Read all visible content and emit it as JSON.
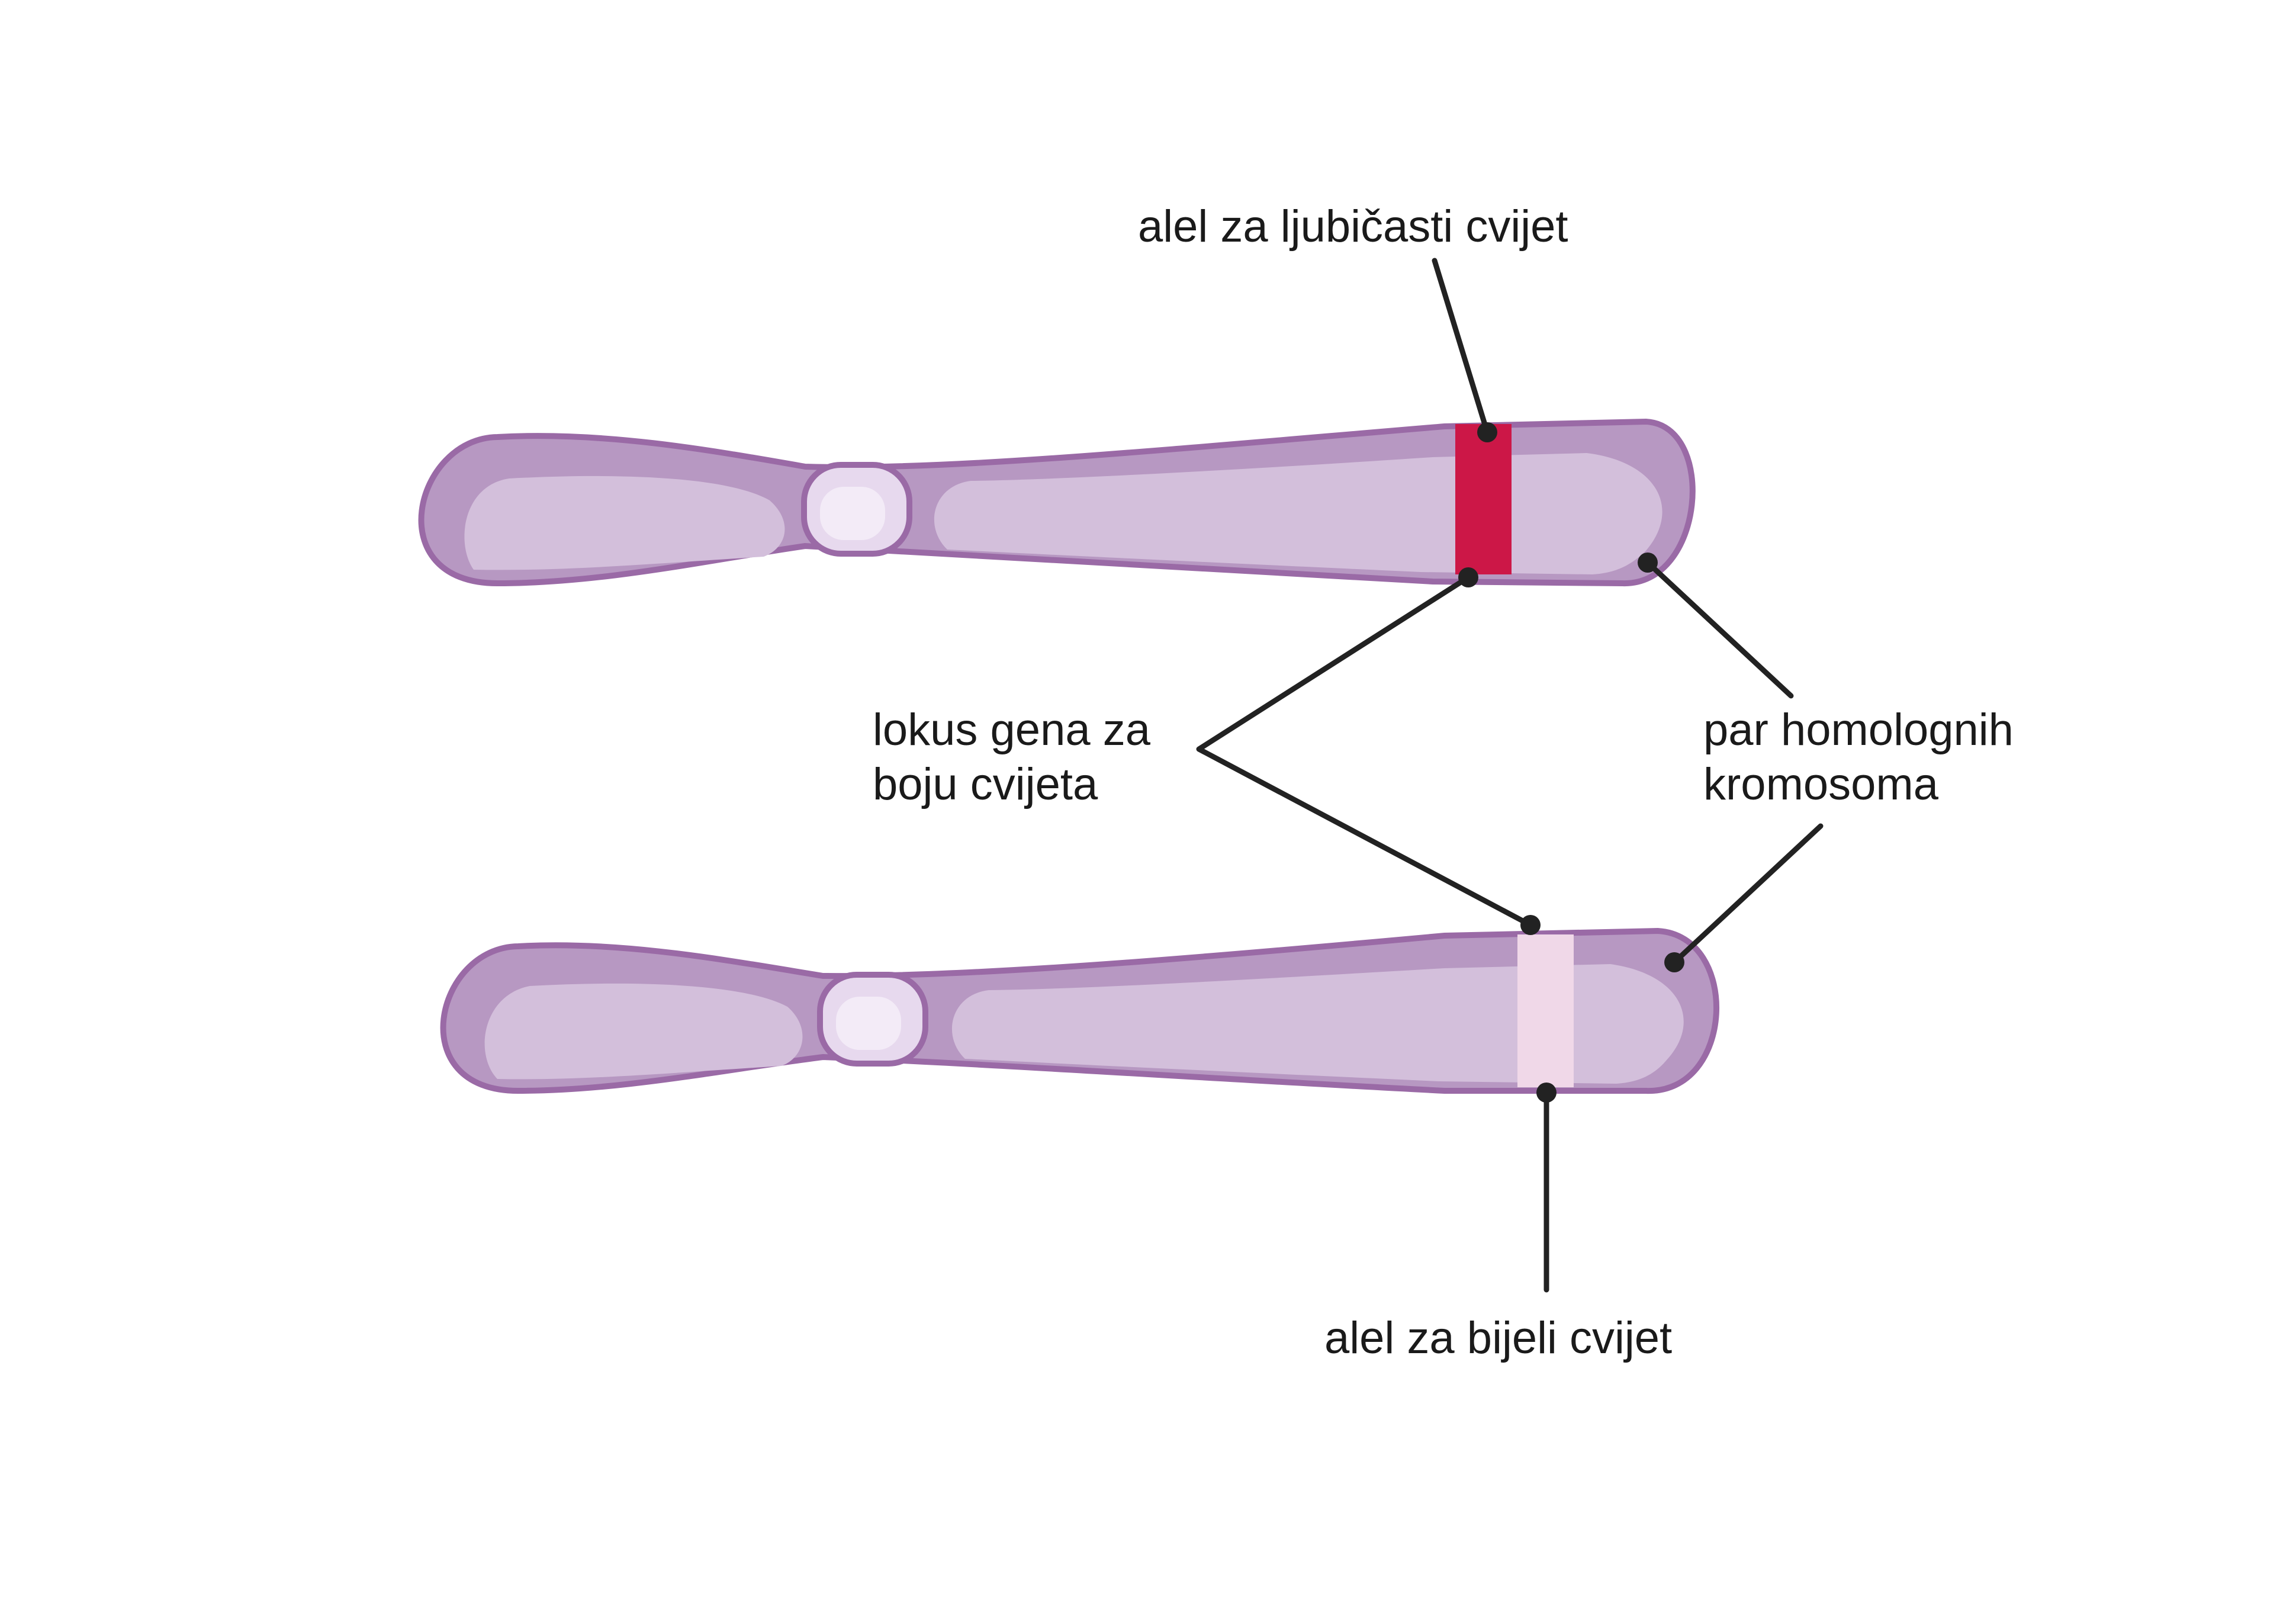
{
  "labels": {
    "purple_allele": "alel za ljubičasti cvijet",
    "locus_line1": "lokus gena za",
    "locus_line2": "boju cvijeta",
    "homologous_line1": "par homolognih",
    "homologous_line2": "kromosoma",
    "white_allele": "alel za bijeli cvijet"
  },
  "colors": {
    "chromosome_outline": "#9a6aa6",
    "chromosome_fill": "#b798c2",
    "chromosome_highlight": "#d3bfdb",
    "centromere_fill": "#e7d9ee",
    "centromere_core": "#f3ebf7",
    "purple_allele_band": "#cc1747",
    "white_allele_band": "#f0d8e8",
    "leader_line": "#222222"
  }
}
